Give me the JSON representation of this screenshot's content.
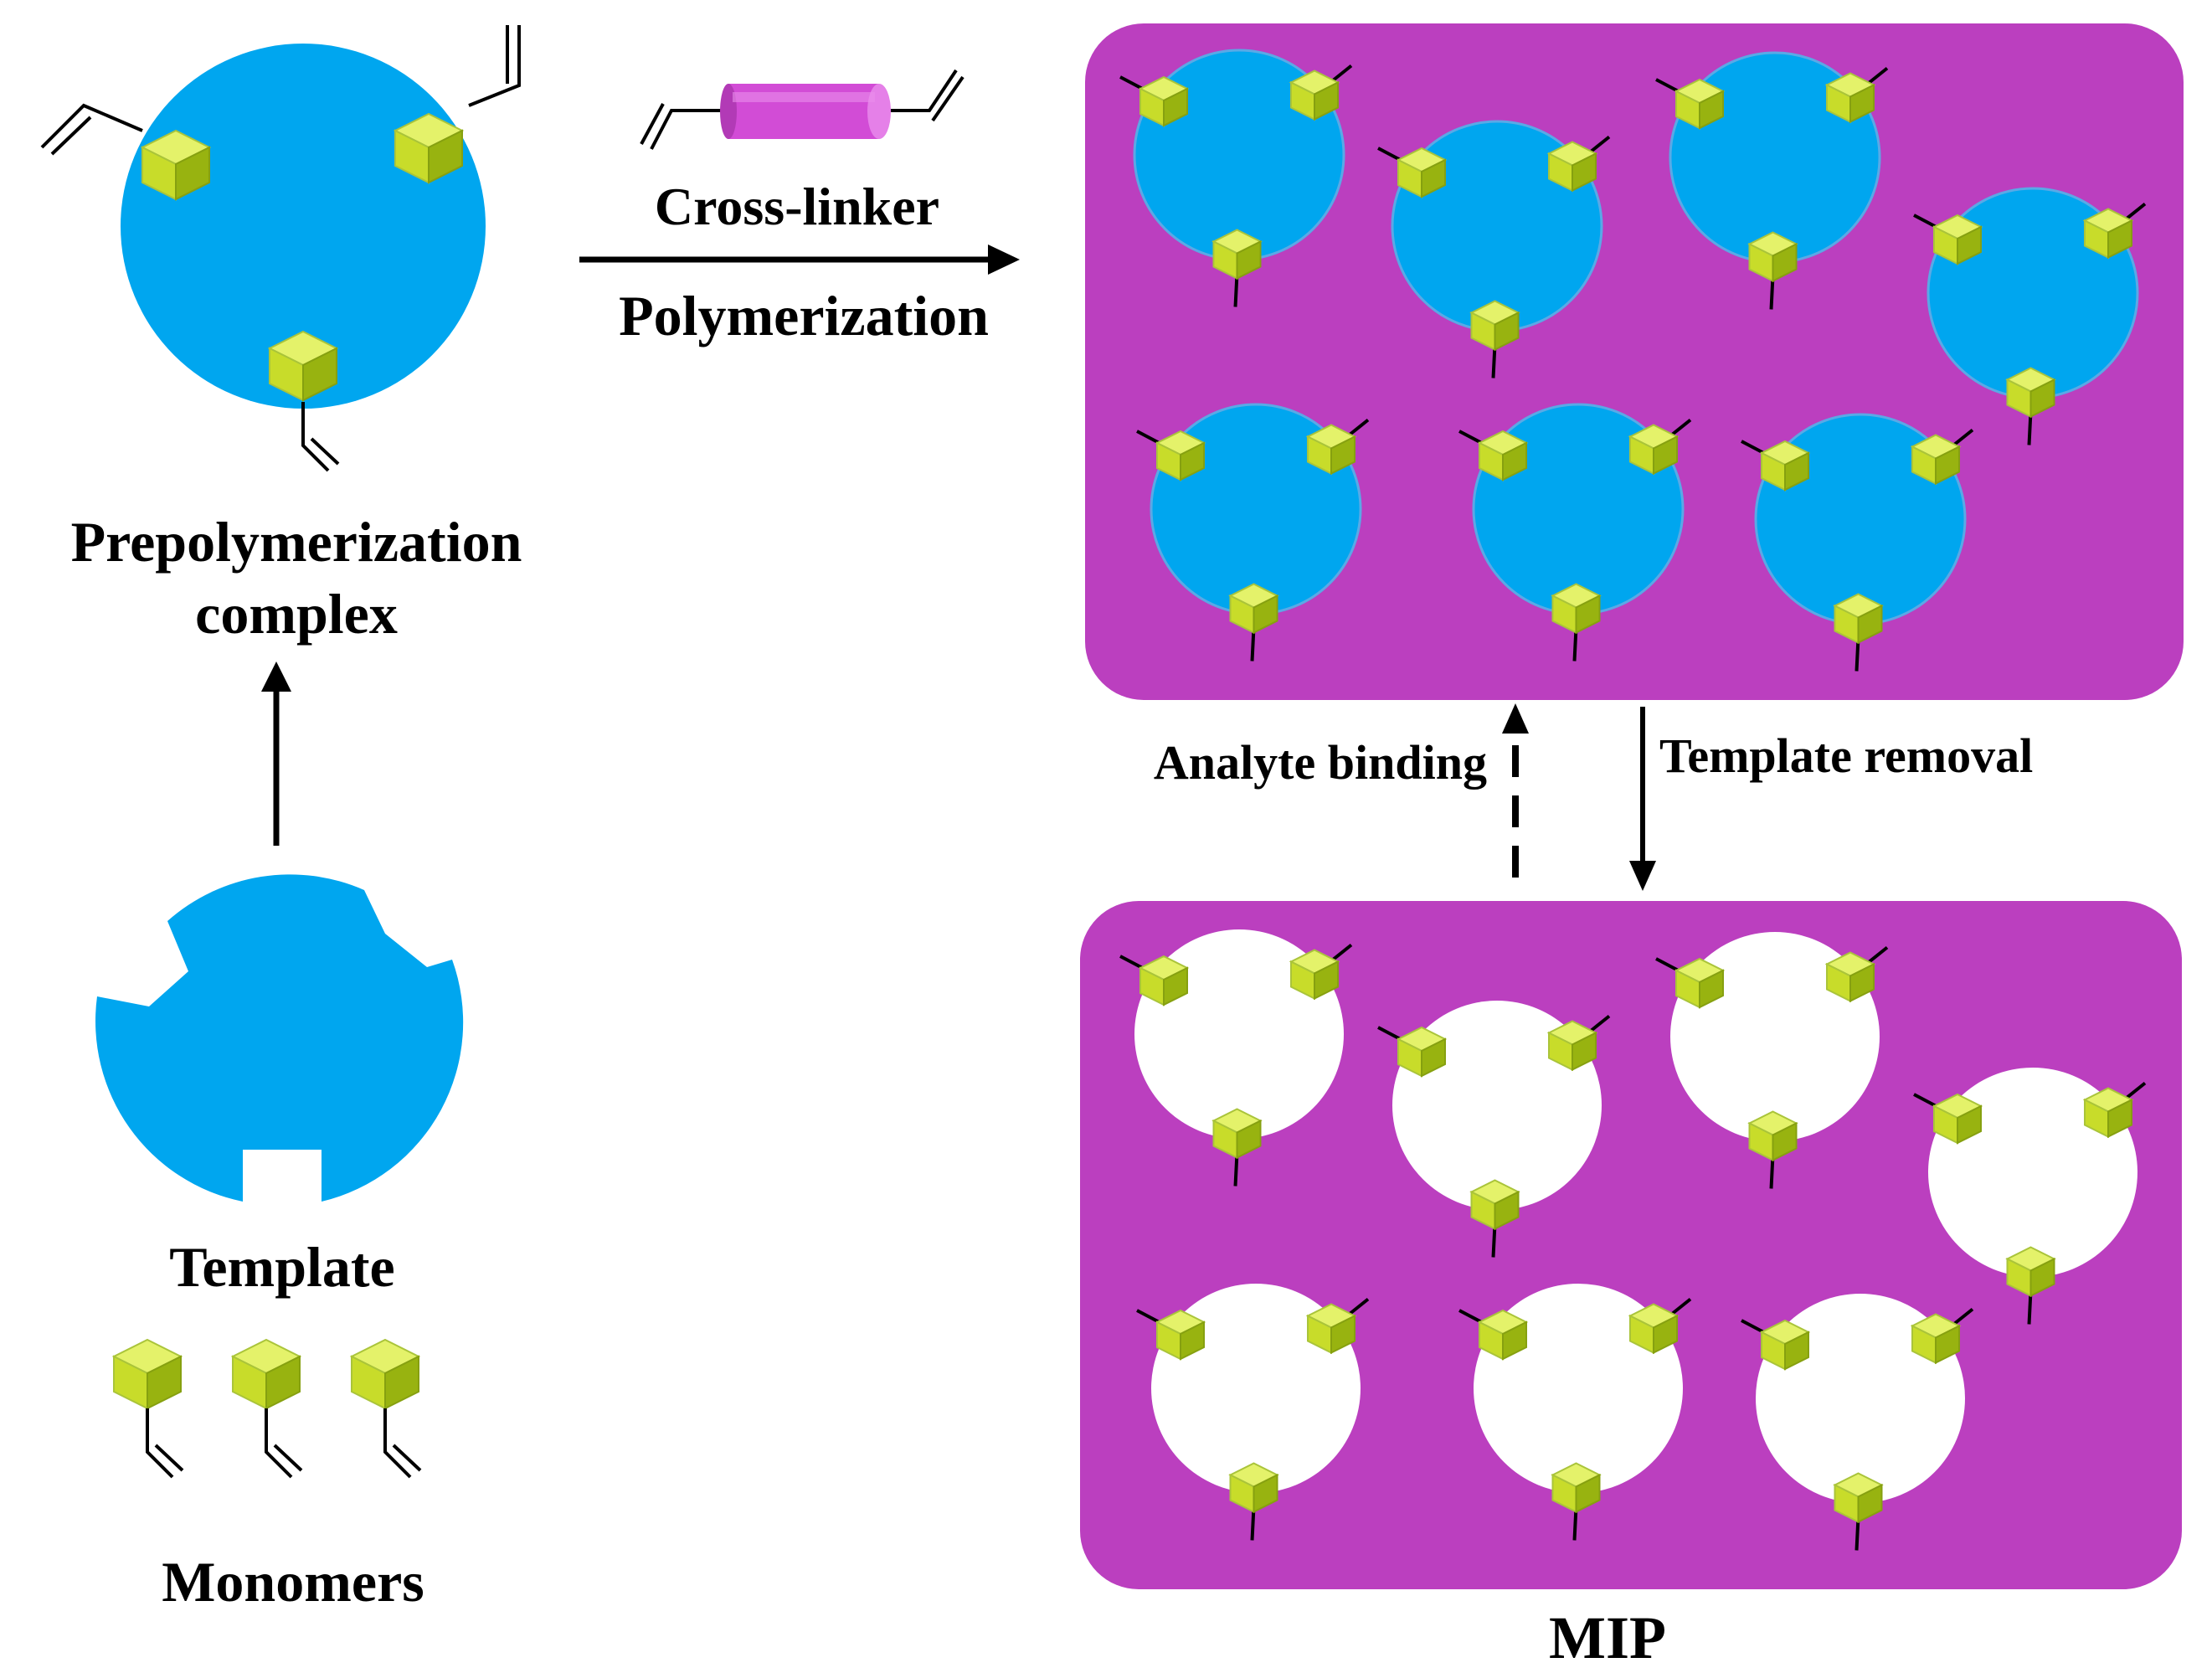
{
  "labels": {
    "cross_linker": "Cross-linker",
    "polymerization": "Polymerization",
    "prepolymerization_line1": "Prepolymerization",
    "prepolymerization_line2": "complex",
    "template": "Template",
    "monomers": "Monomers",
    "analyte_binding": "Analyte binding",
    "template_removal": "Template removal",
    "mip": "MIP"
  },
  "colors": {
    "template_blue": "#00a6ef",
    "matrix_purple": "#bb3fbf",
    "cube_top": "#e4f26a",
    "cube_left": "#c8dc2a",
    "cube_right": "#98b310",
    "cavity_white": "#ffffff",
    "crosslinker_magenta": "#d24cd6"
  },
  "icons": {
    "monomer": "vinyl-monomer-cube-icon",
    "crosslinker": "crosslinker-cylinder-icon",
    "cavity": "template-cavity-icon"
  }
}
